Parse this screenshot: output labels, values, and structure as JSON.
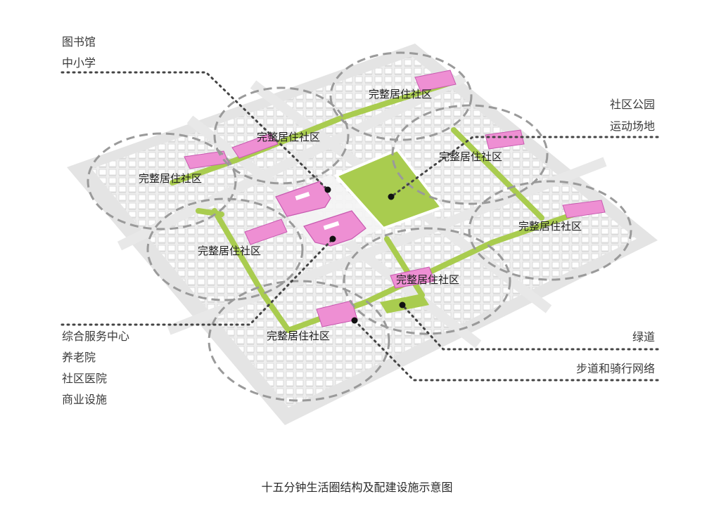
{
  "caption": "十五分钟生活圈结构及配建设施示意图",
  "left_labels_top": [
    "图书馆",
    "中小学"
  ],
  "left_labels_bottom": [
    "综合服务中心",
    "养老院",
    "社区医院",
    "商业设施"
  ],
  "right_labels_top": [
    "社区公园",
    "运动场地"
  ],
  "right_label_green": "绿道",
  "right_label_walk": "步道和骑行网络",
  "community_label": "完整居住社区",
  "colors": {
    "green": "#a9cc4f",
    "pink": "#ee8fd3",
    "gray_ring": "#9a9a9a",
    "leader": "#444444"
  }
}
